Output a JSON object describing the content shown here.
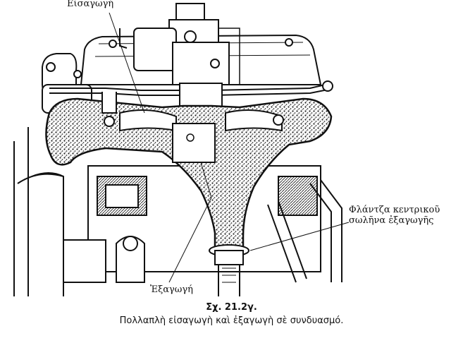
{
  "labels": {
    "intake": "Εἰσαγωγή",
    "flange_line1": "Φλάντζα κεντρικοῦ",
    "flange_line2": "σωλῆνα ἐξαγωγῆς",
    "exhaust": "Ἐξαγωγή"
  },
  "caption": {
    "title": "Σχ. 21.2γ.",
    "text": "Πολλαπλὴ εἰσαγωγὴ καὶ ἐξαγωγὴ σὲ συνδυασμό."
  },
  "colors": {
    "ink": "#111111",
    "paper": "#ffffff",
    "stipple": "#3a3a3a"
  }
}
